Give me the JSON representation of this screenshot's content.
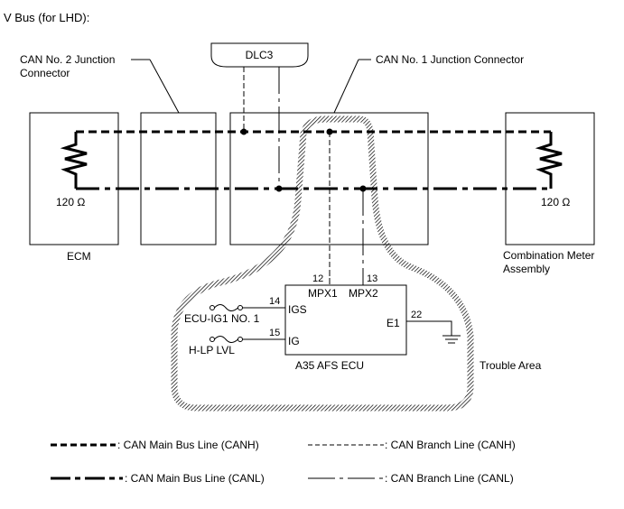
{
  "title": "V Bus (for LHD):",
  "labels": {
    "dlc3": "DLC3",
    "can2_line1": "CAN No. 2 Junction",
    "can2_line2": "Connector",
    "can1": "CAN No. 1 Junction Connector",
    "ecm": "ECM",
    "meter_line1": "Combination Meter",
    "meter_line2": "Assembly",
    "ecm_resistor": "120 Ω",
    "meter_resistor": "120 Ω",
    "trouble_area": "Trouble Area"
  },
  "afs_ecu": {
    "name": "A35  AFS ECU",
    "pin_mpx1": "MPX1",
    "pin_mpx2": "MPX2",
    "pin_igs": "IGS",
    "pin_ig": "IG",
    "pin_e1": "E1",
    "num_mpx1": "12",
    "num_mpx2": "13",
    "num_igs": "14",
    "num_ig": "15",
    "num_e1": "22",
    "fuse_igs": "ECU-IG1 NO. 1",
    "fuse_ig": "H-LP LVL"
  },
  "legend": {
    "main_canh": ": CAN Main Bus Line (CANH)",
    "branch_canh": ": CAN Branch Line (CANH)",
    "main_canl": ": CAN Main Bus Line (CANL)",
    "branch_canl": ": CAN Branch Line (CANL)"
  }
}
